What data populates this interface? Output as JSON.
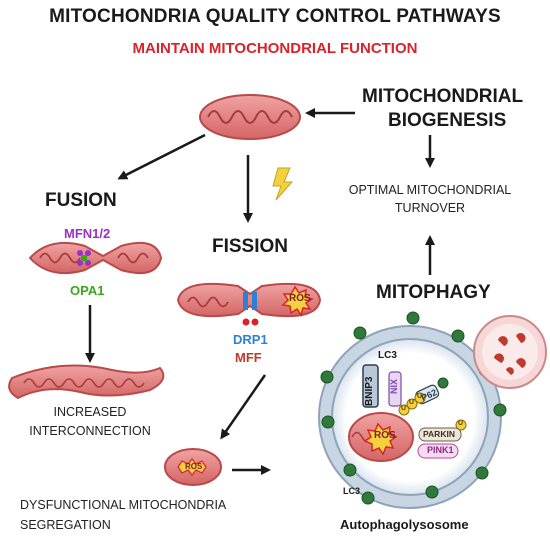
{
  "title": "MITOCHONDRIA QUALITY CONTROL PATHWAYS",
  "subtitle": "MAINTAIN MITOCHONDRIAL FUNCTION",
  "biogenesis": {
    "line1": "MITOCHONDRIAL",
    "line2": "BIOGENESIS"
  },
  "turnover": {
    "line1": "OPTIMAL MITOCHONDRIAL",
    "line2": "TURNOVER"
  },
  "fusion": {
    "heading": "FUSION",
    "protein1": "MFN1/2",
    "protein2": "OPA1",
    "outcome1": "INCREASED",
    "outcome2": "INTERCONNECTION"
  },
  "fission": {
    "heading": "FISSION",
    "protein1": "DRP1",
    "protein2": "MFF",
    "ros": "ROS"
  },
  "segregation": {
    "line1": "DYSFUNCTIONAL MITOCHONDRIA",
    "line2": "SEGREGATION",
    "ros": "ROS"
  },
  "mitophagy": {
    "heading": "MITOPHAGY",
    "lc3_inner": "LC3",
    "lc3_outer": "LC3",
    "bnip3": "BNIP3",
    "nix": "NIX",
    "p62": "P62",
    "ub": "U",
    "parkin": "PARKIN",
    "pink1": "PINK1",
    "ros": "ROS",
    "caption": "Autophagolysosome"
  },
  "colors": {
    "accent_red": "#d8232a",
    "mfn": "#9b30c8",
    "opa1": "#3aa61e",
    "drp1": "#2f7fd6",
    "mff": "#c0392b",
    "mito_outer": "#e27d7d",
    "mito_inner": "#c24848",
    "vesicle_green": "#2f7a3a",
    "lysosome": "#f2c9c9"
  }
}
